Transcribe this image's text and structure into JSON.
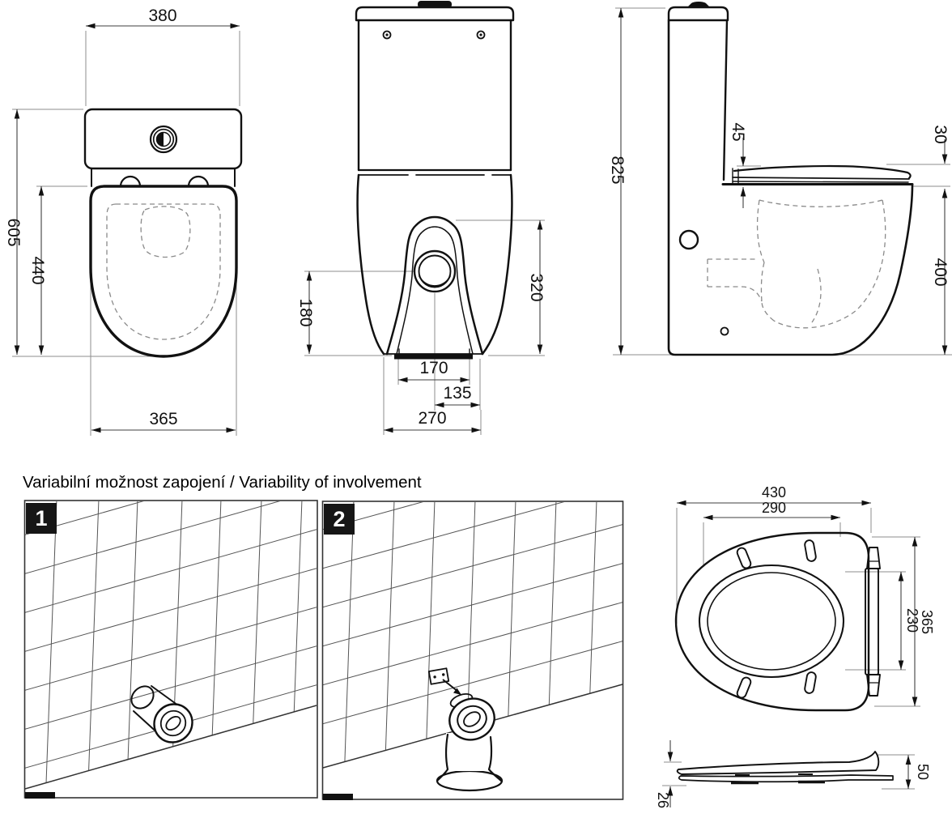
{
  "document": {
    "heading": "Variabilní možnost zapojení / Variability of involvement"
  },
  "colors": {
    "background": "#ffffff",
    "outline": "#111111",
    "dimension": "#3f3f3f",
    "dashed": "#8a8a8a"
  },
  "plan_view": {
    "dim_cistern_width": "380",
    "dim_total_depth": "605",
    "dim_seat_depth": "440",
    "dim_bowl_width": "365"
  },
  "front_view": {
    "dim_outlet_height": "180",
    "dim_shell_height": "320",
    "dim_foot_width": "170",
    "dim_outlet_offset": "135",
    "dim_base_width": "270"
  },
  "side_view": {
    "dim_total_height": "825",
    "dim_seat_step": "45",
    "dim_seat_front_thickness": "30",
    "dim_rim_height": "400"
  },
  "install_panels": [
    {
      "label": "1"
    },
    {
      "label": "2"
    }
  ],
  "seat_bottom_view": {
    "dim_outer_width": "430",
    "dim_inner_width": "290",
    "dim_inner_depth": "230",
    "dim_outer_depth": "365"
  },
  "seat_side_view": {
    "dim_rear_height": "50",
    "dim_front_height": "26"
  }
}
